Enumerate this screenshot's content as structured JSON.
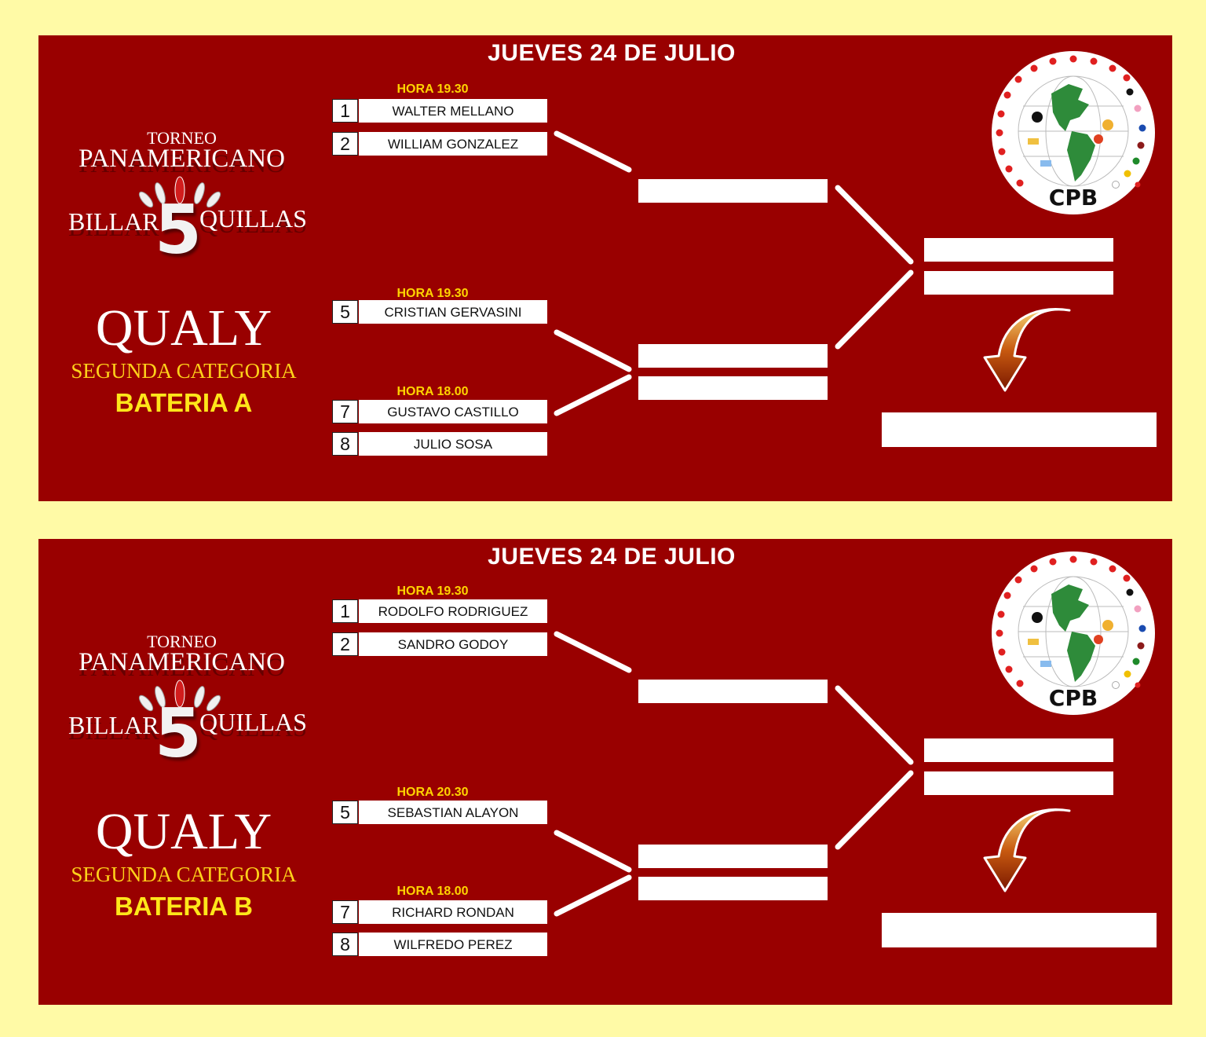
{
  "panels": [
    {
      "date": "JUEVES 24 DE JULIO",
      "logo": {
        "torneo": "TORNEO",
        "panamericano": "PANAMERICANO",
        "billar": "BILLAR",
        "number": "5",
        "quillas": "QUILLAS"
      },
      "qualy": "QUALY",
      "category": "SEGUNDA CATEGORIA",
      "bateria": "BATERIA A",
      "hours": [
        "HORA 19.30",
        "HORA 19.30",
        "HORA 18.00"
      ],
      "players": [
        {
          "seed": "1",
          "name": "WALTER MELLANO"
        },
        {
          "seed": "2",
          "name": "WILLIAM GONZALEZ"
        },
        {
          "seed": "5",
          "name": "CRISTIAN GERVASINI"
        },
        {
          "seed": "7",
          "name": "GUSTAVO CASTILLO"
        },
        {
          "seed": "8",
          "name": "JULIO SOSA"
        }
      ],
      "cpb_label": "CPB"
    },
    {
      "date": "JUEVES 24 DE JULIO",
      "logo": {
        "torneo": "TORNEO",
        "panamericano": "PANAMERICANO",
        "billar": "BILLAR",
        "number": "5",
        "quillas": "QUILLAS"
      },
      "qualy": "QUALY",
      "category": "SEGUNDA CATEGORIA",
      "bateria": "BATERIA B",
      "hours": [
        "HORA 19.30",
        "HORA 20.30",
        "HORA 18.00"
      ],
      "players": [
        {
          "seed": "1",
          "name": "RODOLFO RODRIGUEZ"
        },
        {
          "seed": "2",
          "name": "SANDRO GODOY"
        },
        {
          "seed": "5",
          "name": "SEBASTIAN ALAYON"
        },
        {
          "seed": "7",
          "name": "RICHARD RONDAN"
        },
        {
          "seed": "8",
          "name": "WILFREDO PEREZ"
        }
      ],
      "cpb_label": "CPB"
    }
  ],
  "colors": {
    "background": "#fffaa6",
    "panel": "#990000",
    "accent_yellow": "#ffd400",
    "globe_green": "#2e8b3a"
  }
}
